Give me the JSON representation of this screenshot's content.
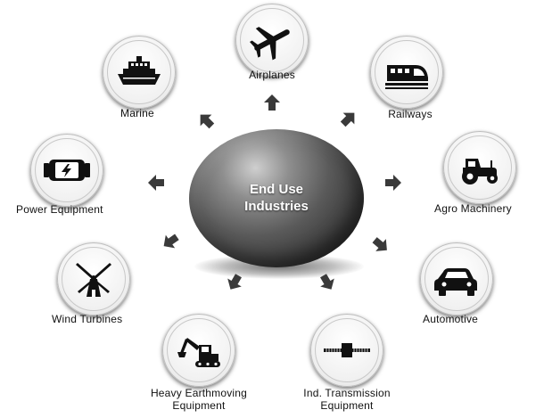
{
  "hub": {
    "line1": "End Use",
    "line2": "Industries"
  },
  "nodes": {
    "airplanes": {
      "label": "Airplanes",
      "icon": "airplane-icon"
    },
    "railways": {
      "label": "Railways",
      "icon": "train-icon"
    },
    "agro": {
      "label": "Agro Machinery",
      "icon": "tractor-icon"
    },
    "automotive": {
      "label": "Automotive",
      "icon": "car-icon"
    },
    "transmission": {
      "label_line1": "Ind. Transmission",
      "label_line2": "Equipment",
      "icon": "shaft-coupling-icon"
    },
    "earthmoving": {
      "label_line1": "Heavy Earthmoving",
      "label_line2": "Equipment",
      "icon": "excavator-icon"
    },
    "wind": {
      "label": "Wind Turbines",
      "icon": "windmill-icon"
    },
    "power": {
      "label": "Power Equipment",
      "icon": "generator-icon"
    },
    "marine": {
      "label": "Marine",
      "icon": "ship-icon"
    }
  },
  "colors": {
    "hub_dark": "#262626",
    "hub_light": "#cfcfcf",
    "arrow": "#3a3a3a",
    "icon": "#111111"
  }
}
